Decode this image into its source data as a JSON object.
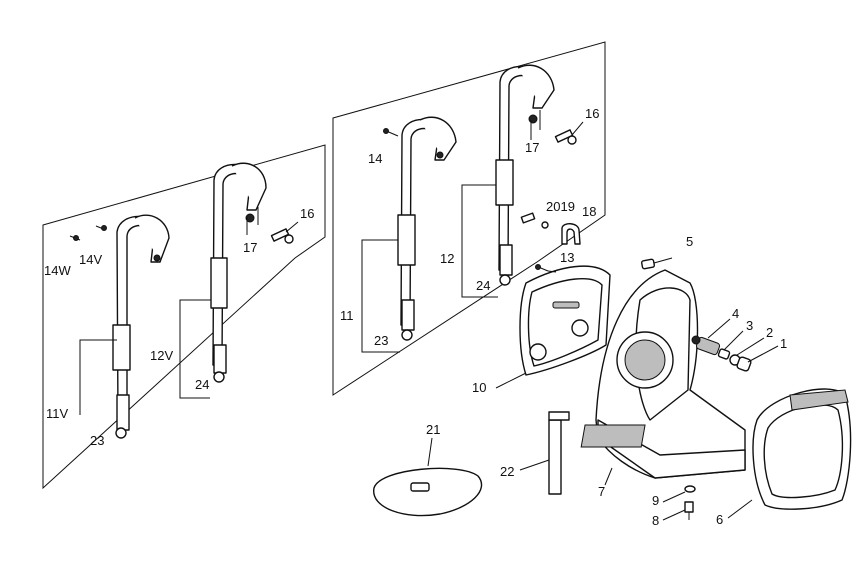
{
  "labels": {
    "p1": "1",
    "p2": "2",
    "p3": "3",
    "p4": "4",
    "p5": "5",
    "p6": "6",
    "p7": "7",
    "p8": "8",
    "p9": "9",
    "p10": "10",
    "p11": "11",
    "p11v": "11V",
    "p12": "12",
    "p12v": "12V",
    "p13": "13",
    "p14": "14",
    "p14v": "14V",
    "p14w": "14W",
    "p16a": "16",
    "p16b": "16",
    "p17a": "17",
    "p17b": "17",
    "p18": "18",
    "p20_19": "2019",
    "p21": "21",
    "p22": "22",
    "p23a": "23",
    "p23b": "23",
    "p24a": "24",
    "p24b": "24"
  }
}
